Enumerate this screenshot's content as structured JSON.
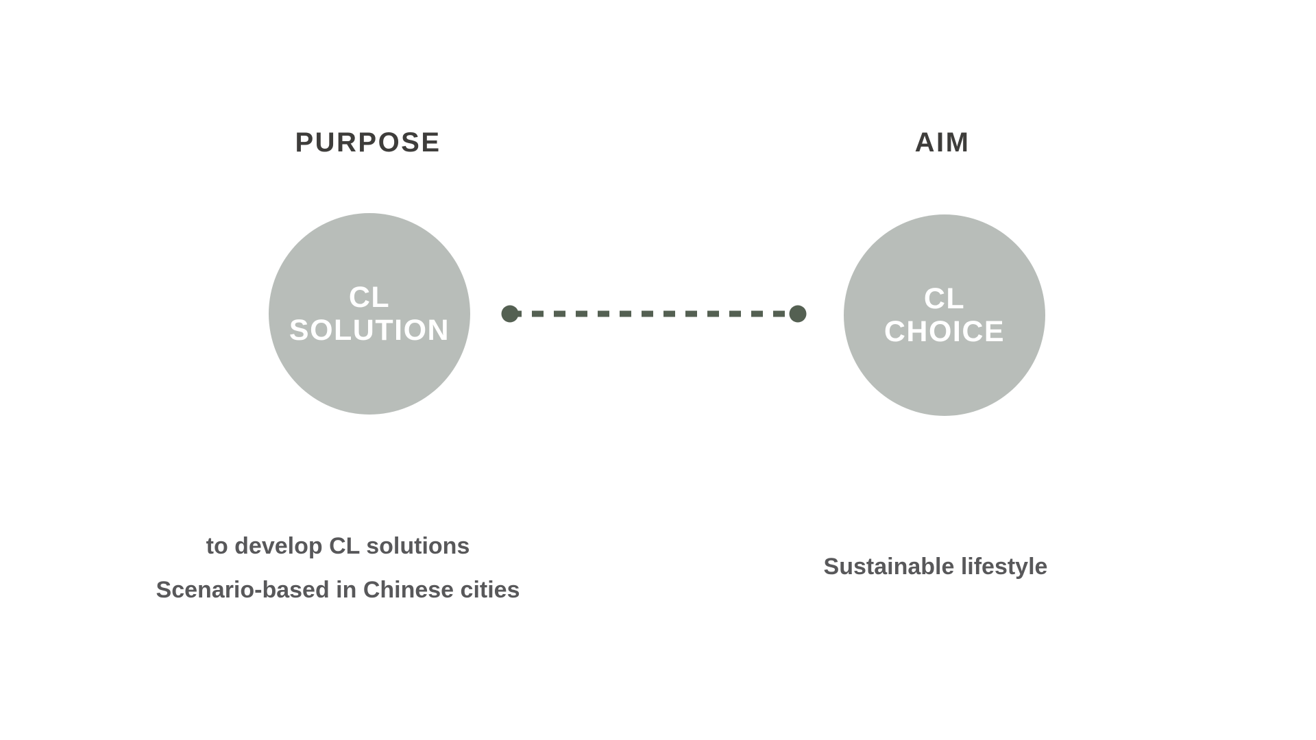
{
  "slide": {
    "purpose": {
      "header": "PURPOSE",
      "node": {
        "line1": "CL",
        "line2": "SOLUTION"
      },
      "note1": "to develop CL solutions",
      "note2": "Scenario-based in Chinese cities"
    },
    "aim": {
      "header": "AIM",
      "node": {
        "line1": "CL",
        "line2": "CHOICE"
      },
      "note1": "Sustainable lifestyle"
    },
    "connector": {
      "style": "dashed line with round endpoint dots",
      "from": "CL SOLUTION",
      "to": "CL CHOICE"
    },
    "colors": {
      "background": "#ffffff",
      "node_fill": "#b8bdb9",
      "node_text": "#ffffff",
      "header_text": "#3e3d3b",
      "note_text": "#58585a",
      "connector": "#546052"
    }
  }
}
